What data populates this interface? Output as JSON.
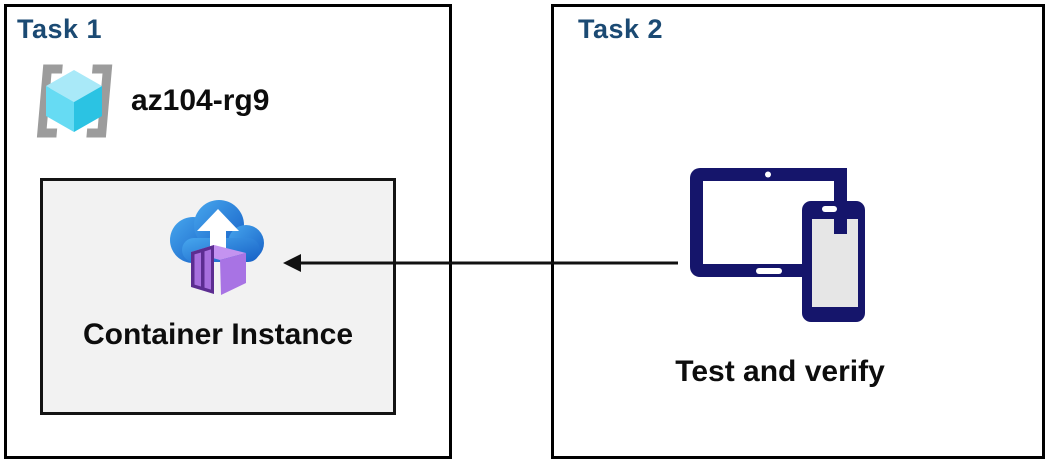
{
  "diagram": {
    "task1": {
      "title": "Task 1",
      "resource_group": {
        "name": "az104-rg9",
        "icon": "resource-group-icon"
      },
      "container_instance": {
        "label": "Container Instance",
        "icon": "container-instance-icon"
      }
    },
    "task2": {
      "title": "Task 2",
      "devices": {
        "label": "Test and verify",
        "icon": "tablet-phone-icon"
      }
    },
    "connector": {
      "type": "arrow",
      "direction": "right-to-left",
      "from": "tablet-phone-icon",
      "to": "container-instance-icon"
    }
  },
  "colors": {
    "task_title": "#1B4A73",
    "box_border": "#000000",
    "subbox_background": "#F2F2F2",
    "subbox_border": "#141414",
    "label_text": "#0d0d0d",
    "device_navy": "#15156B",
    "arrow_black": "#111111",
    "cloud_blue_light": "#47A7EE",
    "cloud_blue_dark": "#1760C6",
    "cube_top": "#A9E9F8",
    "cube_left": "#66DBF3",
    "cube_right": "#2BC3E3",
    "bracket_gray": "#9C9C9C",
    "container_purple_dark": "#5C2D91",
    "container_purple_panel": "#A76FDE",
    "container_purple_right": "#A873E4",
    "container_purple_top": "#C493F0"
  }
}
